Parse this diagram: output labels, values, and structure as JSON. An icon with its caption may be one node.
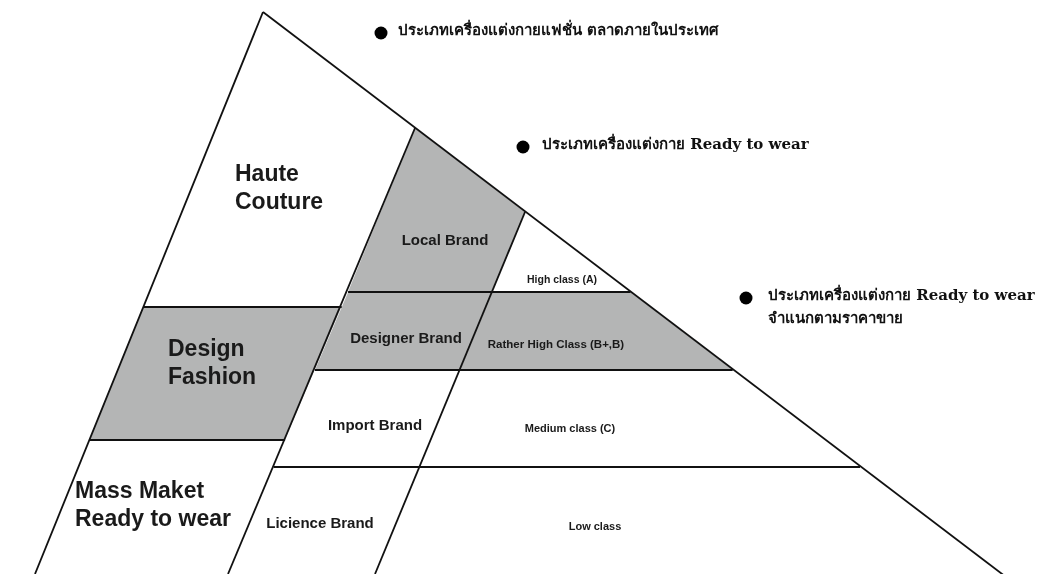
{
  "diagram": {
    "nodes": [
      {
        "text": [
          "Haute Couture"
        ]
      },
      {
        "text": [
          "Design Fashion"
        ]
      },
      {
        "text": [
          "Mass Maket Ready to wear"
        ]
      },
      {
        "text": [
          "Local Brand"
        ]
      },
      {
        "text": [
          "Designer Brand"
        ]
      },
      {
        "text": [
          "Import Brand"
        ]
      },
      {
        "text": [
          "Licience Brand"
        ]
      },
      {
        "text": [
          "High class (A)"
        ]
      },
      {
        "text": [
          "Rather High Class (B+,B)"
        ]
      },
      {
        "text": [
          "Medium class (C)"
        ]
      },
      {
        "text": [
          "Low class"
        ]
      }
    ],
    "labels": [
      "ประเภทเครื่องแต่งกายแฟชั่น ตลาดภายในประเทศ",
      "ประเภทเครื่องแต่งกาย Ready to wear",
      "ประเภทเครื่องแต่งกาย Ready to wear จำแนกตามราคาขาย"
    ]
  }
}
